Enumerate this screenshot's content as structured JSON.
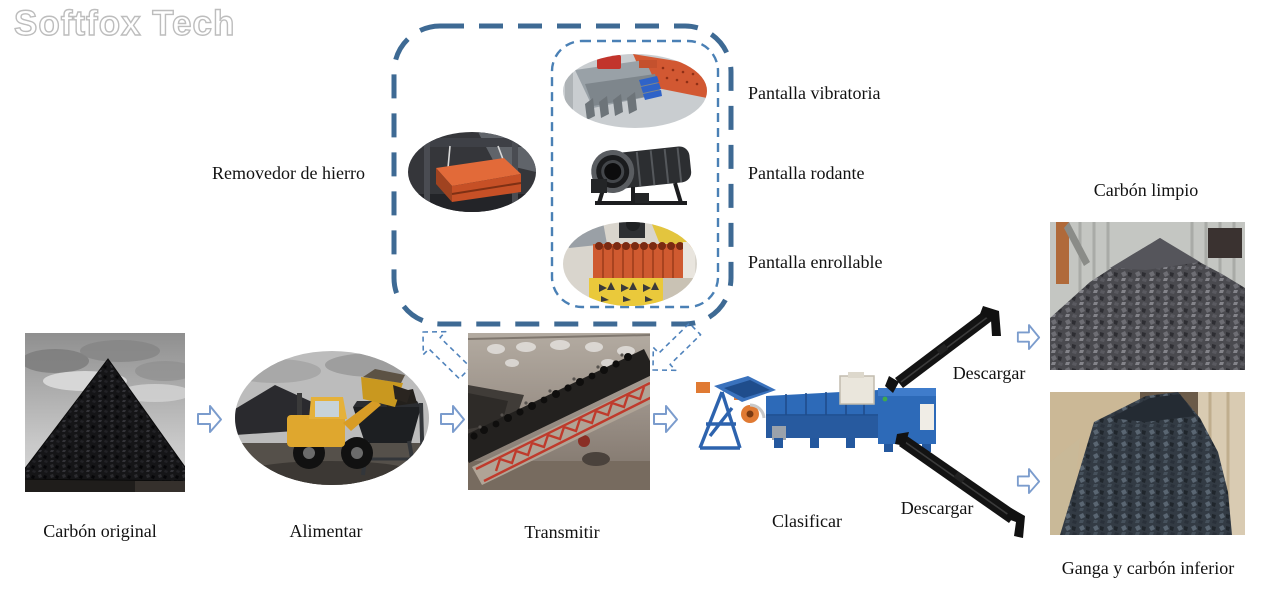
{
  "watermark": "Softfox Tech",
  "optional_equipment": {
    "iron_remover": {
      "label": "Removedor de hierro"
    },
    "screens": [
      {
        "label": "Pantalla vibratoria"
      },
      {
        "label": "Pantalla rodante"
      },
      {
        "label": "Pantalla enrollable"
      }
    ]
  },
  "process": {
    "input": {
      "label": "Carbón original"
    },
    "feed": {
      "label": "Alimentar"
    },
    "transfer": {
      "label": "Transmitir"
    },
    "classify": {
      "label": "Clasificar"
    },
    "discharge_top": {
      "label": "Descargar"
    },
    "discharge_bottom": {
      "label": "Descargar"
    },
    "output_clean": {
      "label": "Carbón limpio"
    },
    "output_gangue": {
      "label": "Ganga y carbón inferior"
    }
  },
  "colors": {
    "outer_box_border": "#3e6a94",
    "inner_box_border": "#4a80b5",
    "flow_arrow": "#7b9ccd",
    "dashed_arrow": "#4f82bb",
    "label_text": "#121212",
    "watermark_outline": "#bdbdbd"
  }
}
